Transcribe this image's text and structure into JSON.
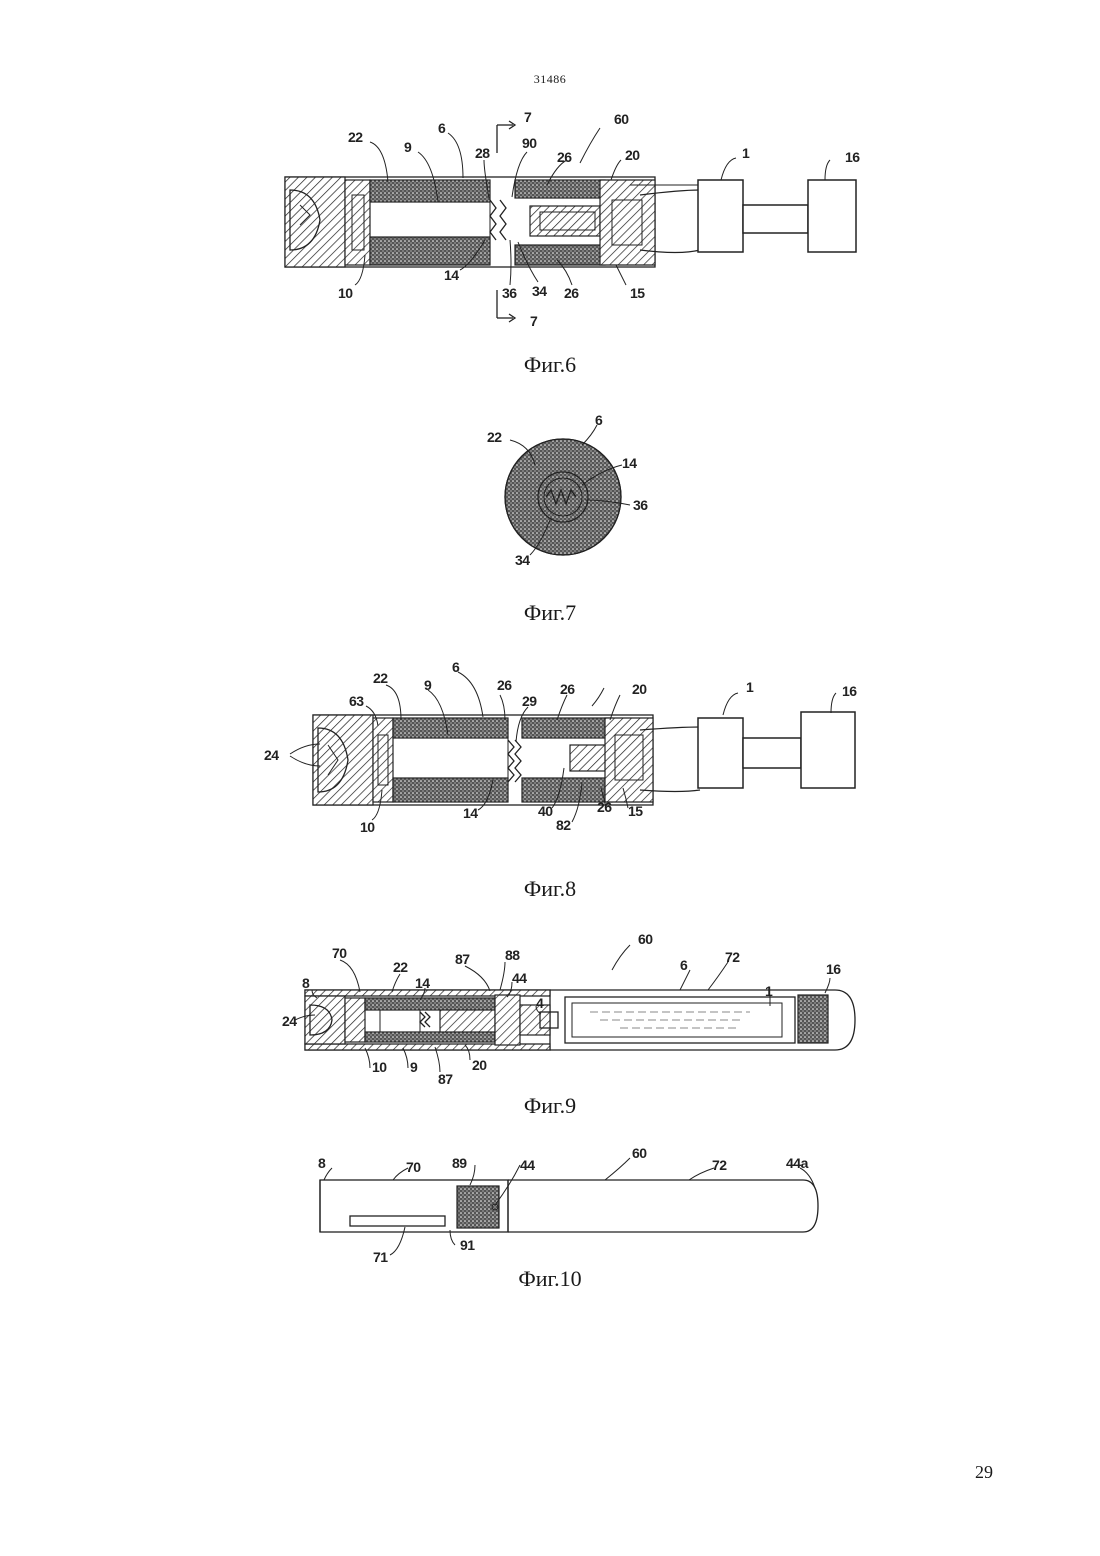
{
  "header": {
    "doc_number": "31486"
  },
  "footer": {
    "page_number": "29"
  },
  "figures": {
    "fig6": {
      "caption": "Фиг.6",
      "labels": {
        "l22": "22",
        "l9": "9",
        "l6": "6",
        "l28": "28",
        "l7a": "7",
        "l90": "90",
        "l26a": "26",
        "l60": "60",
        "l20": "20",
        "l1": "1",
        "l16": "16",
        "l10": "10",
        "l14": "14",
        "l36": "36",
        "l34": "34",
        "l26b": "26",
        "l15": "15",
        "l7b": "7"
      }
    },
    "fig7": {
      "caption": "Фиг.7",
      "labels": {
        "l22": "22",
        "l6": "6",
        "l14": "14",
        "l36": "36",
        "l34": "34"
      }
    },
    "fig8": {
      "caption": "Фиг.8",
      "labels": {
        "l22": "22",
        "l63": "63",
        "l9": "9",
        "l6": "6",
        "l26a": "26",
        "l29": "29",
        "l26b": "26",
        "l20": "20",
        "l1": "1",
        "l16": "16",
        "l24": "24",
        "l10": "10",
        "l14": "14",
        "l40": "40",
        "l82": "82",
        "l26c": "26",
        "l15": "15"
      }
    },
    "fig9": {
      "caption": "Фиг.9",
      "labels": {
        "l70": "70",
        "l22": "22",
        "l14": "14",
        "l87a": "87",
        "l88": "88",
        "l44": "44",
        "l4": "4",
        "l60": "60",
        "l6": "6",
        "l72": "72",
        "l1": "1",
        "l16": "16",
        "l8": "8",
        "l24": "24",
        "l10": "10",
        "l9": "9",
        "l87b": "87",
        "l20": "20"
      }
    },
    "fig10": {
      "caption": "Фиг.10",
      "labels": {
        "l8": "8",
        "l70": "70",
        "l89": "89",
        "l44": "44",
        "l60": "60",
        "l72": "72",
        "l44a": "44a",
        "l71": "71",
        "l91": "91"
      }
    }
  }
}
